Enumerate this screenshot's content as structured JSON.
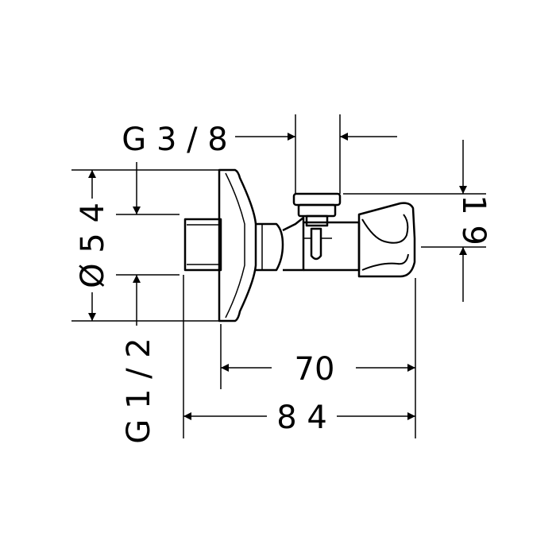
{
  "dimensions": {
    "outlet_thread": "G 3 / 8",
    "outlet_height": "1 9",
    "rosette_diameter": "Ø 5 4",
    "inlet_thread": "G 1 / 2",
    "depth_rosette": "70",
    "overall_depth": "8 4"
  },
  "colors": {
    "line": "#000000",
    "background": "#ffffff"
  }
}
